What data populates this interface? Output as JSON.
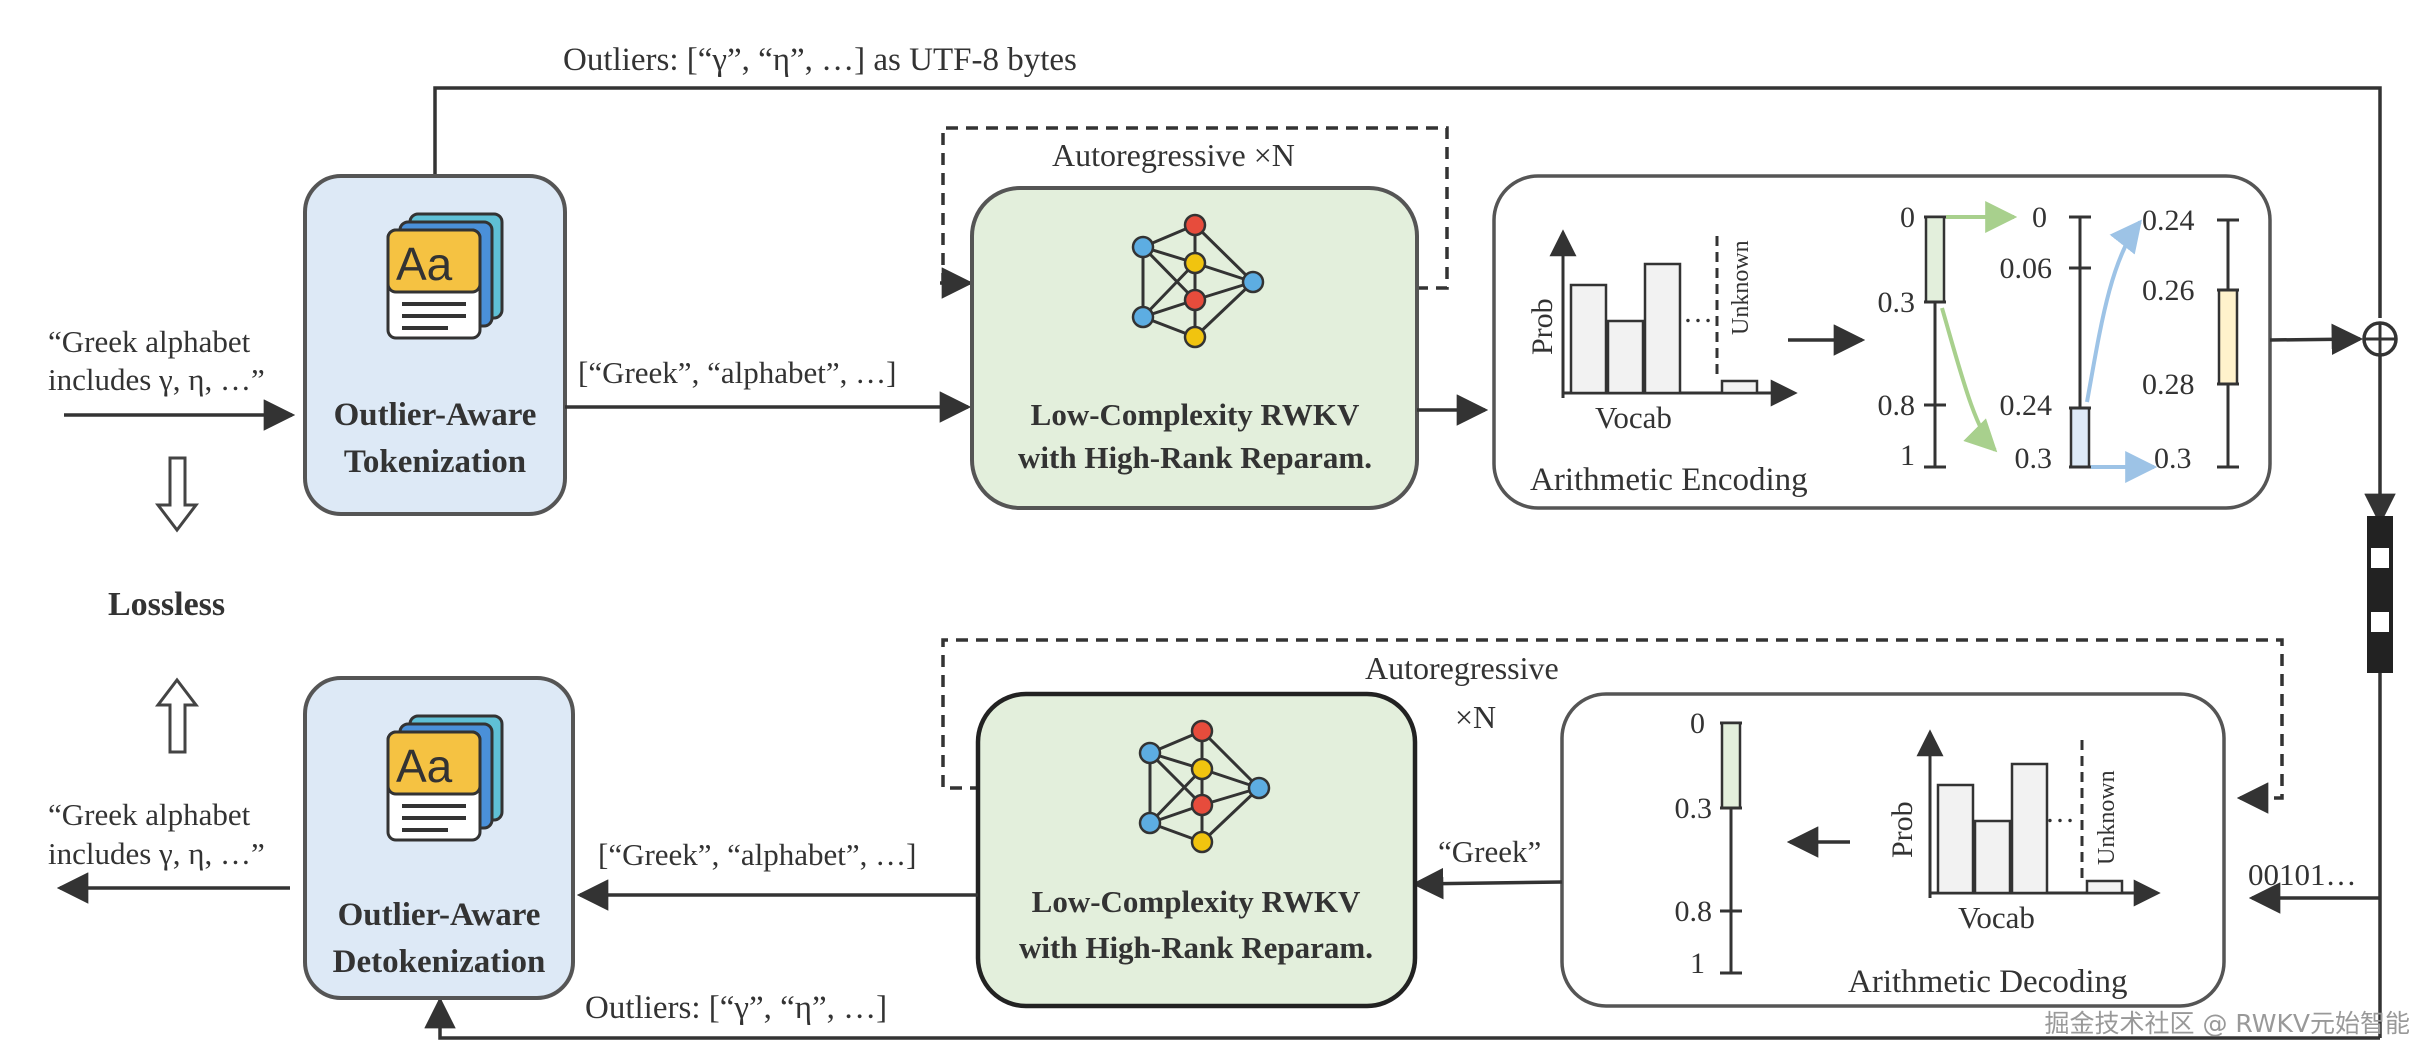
{
  "top_feedback_label": "Outliers:  [“γ”, “η”, …] as UTF-8 bytes",
  "input_text": {
    "line1": "“Greek alphabet",
    "line2": "includes γ, η, …”"
  },
  "output_text": {
    "line1": "“Greek alphabet",
    "line2": "includes γ, η, …”"
  },
  "lossless_label": "Lossless",
  "tokenizer": {
    "line1": "Outlier-Aware",
    "line2": "Tokenization",
    "icon_glyph": "Aa"
  },
  "detokenizer": {
    "line1": "Outlier-Aware",
    "line2": "Detokenization",
    "icon_glyph": "Aa"
  },
  "tokens_top": "[“Greek”, “alphabet”, …]",
  "tokens_bottom": "[“Greek”, “alphabet”, …]",
  "model_top": {
    "line1": "Low-Complexity RWKV",
    "line2": "with High-Rank Reparam.",
    "loop_label": "Autoregressive  ×N"
  },
  "model_bottom": {
    "line1": "Low-Complexity RWKV",
    "line2": "with High-Rank Reparam.",
    "loop_label": "Autoregressive",
    "loop_multiplier": "×N"
  },
  "encoder": {
    "title": "Arithmetic Encoding",
    "ylabel": "Prob",
    "xlabel": "Vocab",
    "unknown_label": "Unknown",
    "ellipsis": "…",
    "bar_heights": [
      0.72,
      0.48,
      0.86,
      0.08
    ],
    "scale1": {
      "ticks": [
        "0",
        "0.3",
        "0.8",
        "1"
      ]
    },
    "scale2": {
      "ticks": [
        "0",
        "0.06",
        "0.24",
        "0.3"
      ]
    },
    "scale3": {
      "ticks": [
        "0.24",
        "0.26",
        "0.28",
        "0.3"
      ]
    }
  },
  "decoder": {
    "title": "Arithmetic Decoding",
    "ylabel": "Prob",
    "xlabel": "Vocab",
    "unknown_label": "Unknown",
    "ellipsis": "…",
    "bar_heights": [
      0.72,
      0.48,
      0.86,
      0.08
    ],
    "scale": {
      "ticks": [
        "0",
        "0.3",
        "0.8",
        "1"
      ]
    },
    "output_token": "“Greek”"
  },
  "bitstream_label": "00101…",
  "outliers_bottom_label": "Outliers:  [“γ”, “η”, …]",
  "colors": {
    "box_blue": "#dde9f6",
    "box_green": "#e3efdc",
    "stroke": "#555555",
    "arrow_green": "#a8d08d",
    "arrow_blue": "#9dc3e6",
    "bar_cream": "#fff2cc",
    "node_red": "#e74c3c",
    "node_yellow": "#f1c40f",
    "node_blue": "#5dade2"
  },
  "watermark": "掘金技术社区 @ RWKV元始智能"
}
